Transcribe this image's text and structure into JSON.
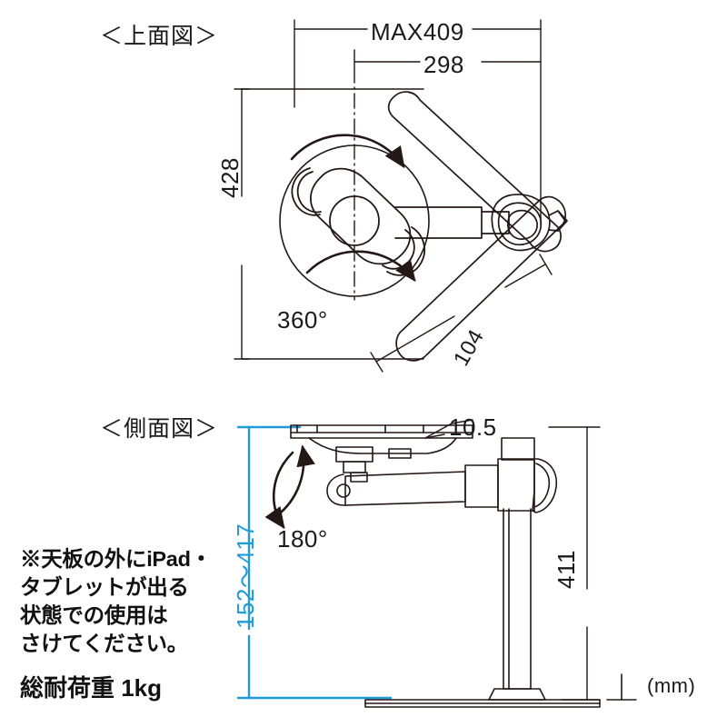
{
  "page": {
    "unit_label": "(mm)",
    "background": "#ffffff",
    "line_color": "#231815",
    "accent_color": "#1e9bd8"
  },
  "views": {
    "top": {
      "label": "＜上面図＞",
      "dimensions": {
        "max_reach": "MAX409",
        "arm_span": "298",
        "depth": "428",
        "base_offset": "104",
        "rotation": "360°"
      }
    },
    "side": {
      "label": "＜側面図＞",
      "dimensions": {
        "clamp_thickness": "10.5",
        "tilt": "180°",
        "pole_height": "411",
        "height_range": "152〜417"
      }
    }
  },
  "notes": {
    "warning_lines": [
      "※天板の外にiPad・",
      "タブレットが出る",
      "状態での使用は",
      "さけてください。"
    ],
    "load_capacity": "総耐荷重 1kg"
  }
}
